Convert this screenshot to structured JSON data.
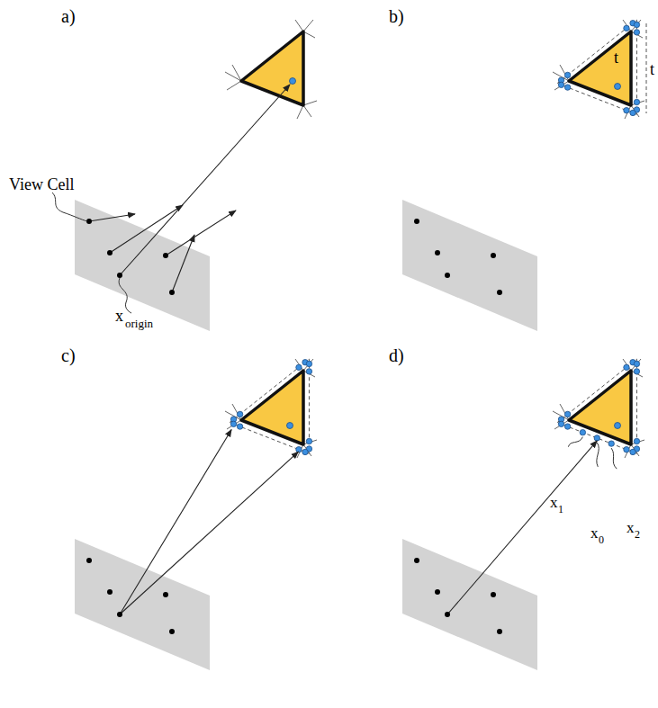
{
  "diagram": {
    "labels": [
      "a)",
      "b)",
      "c)",
      "d)",
      "View Cell",
      "x",
      "origin",
      "t",
      "t",
      "x",
      "1",
      "x",
      "0",
      "x",
      "2"
    ]
  }
}
